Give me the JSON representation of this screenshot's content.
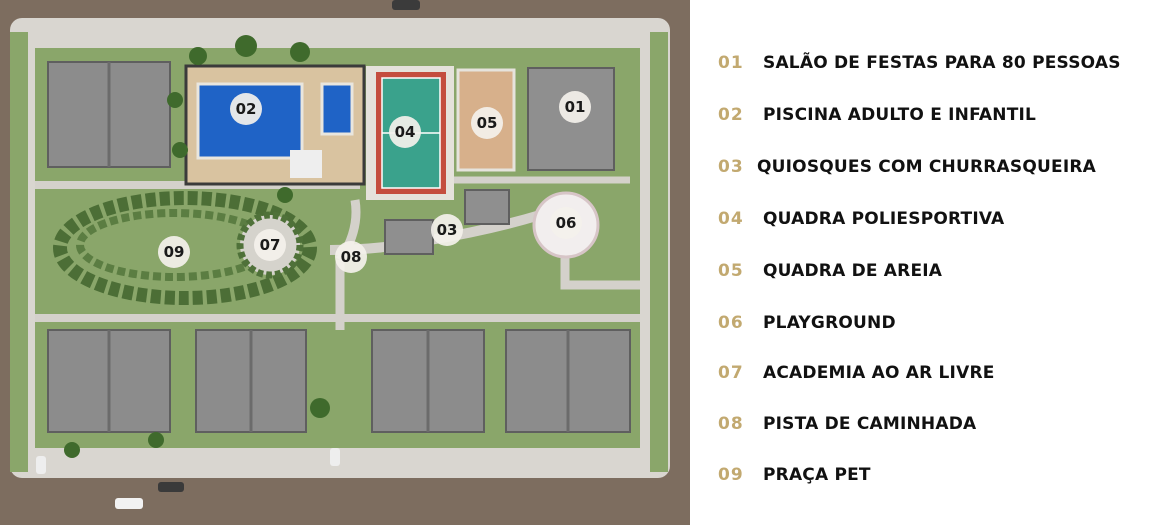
{
  "colors": {
    "accent_number": "#c2a970",
    "label_text": "#111111",
    "grass": "#8aa66a",
    "road": "#7d6d5f",
    "sidewalk": "#d9d6d0",
    "pool": "#1f63c6",
    "court": "#3aa28c",
    "sand": "#d7b08b",
    "roof": "#8f8f8f"
  },
  "legend": {
    "items": [
      {
        "number": "01",
        "label": "SALÃO DE FESTAS PARA 80 PESSOAS"
      },
      {
        "number": "02",
        "label": "PISCINA ADULTO E INFANTIL"
      },
      {
        "number": "03",
        "label": "QUIOSQUES COM CHURRASQUEIRA"
      },
      {
        "number": "04",
        "label": "QUADRA POLIESPORTIVA"
      },
      {
        "number": "05",
        "label": "QUADRA DE AREIA"
      },
      {
        "number": "06",
        "label": "PLAYGROUND"
      },
      {
        "number": "07",
        "label": "ACADEMIA AO AR LIVRE"
      },
      {
        "number": "08",
        "label": "PISTA DE CAMINHADA"
      },
      {
        "number": "09",
        "label": "PRAÇA PET"
      }
    ]
  },
  "map": {
    "markers": [
      {
        "number": "01",
        "icon": "marker-circle"
      },
      {
        "number": "02",
        "icon": "marker-circle"
      },
      {
        "number": "03",
        "icon": "marker-circle"
      },
      {
        "number": "04",
        "icon": "marker-circle"
      },
      {
        "number": "05",
        "icon": "marker-circle"
      },
      {
        "number": "06",
        "icon": "marker-circle"
      },
      {
        "number": "07",
        "icon": "marker-circle"
      },
      {
        "number": "08",
        "icon": "marker-circle"
      },
      {
        "number": "09",
        "icon": "marker-circle"
      }
    ]
  }
}
